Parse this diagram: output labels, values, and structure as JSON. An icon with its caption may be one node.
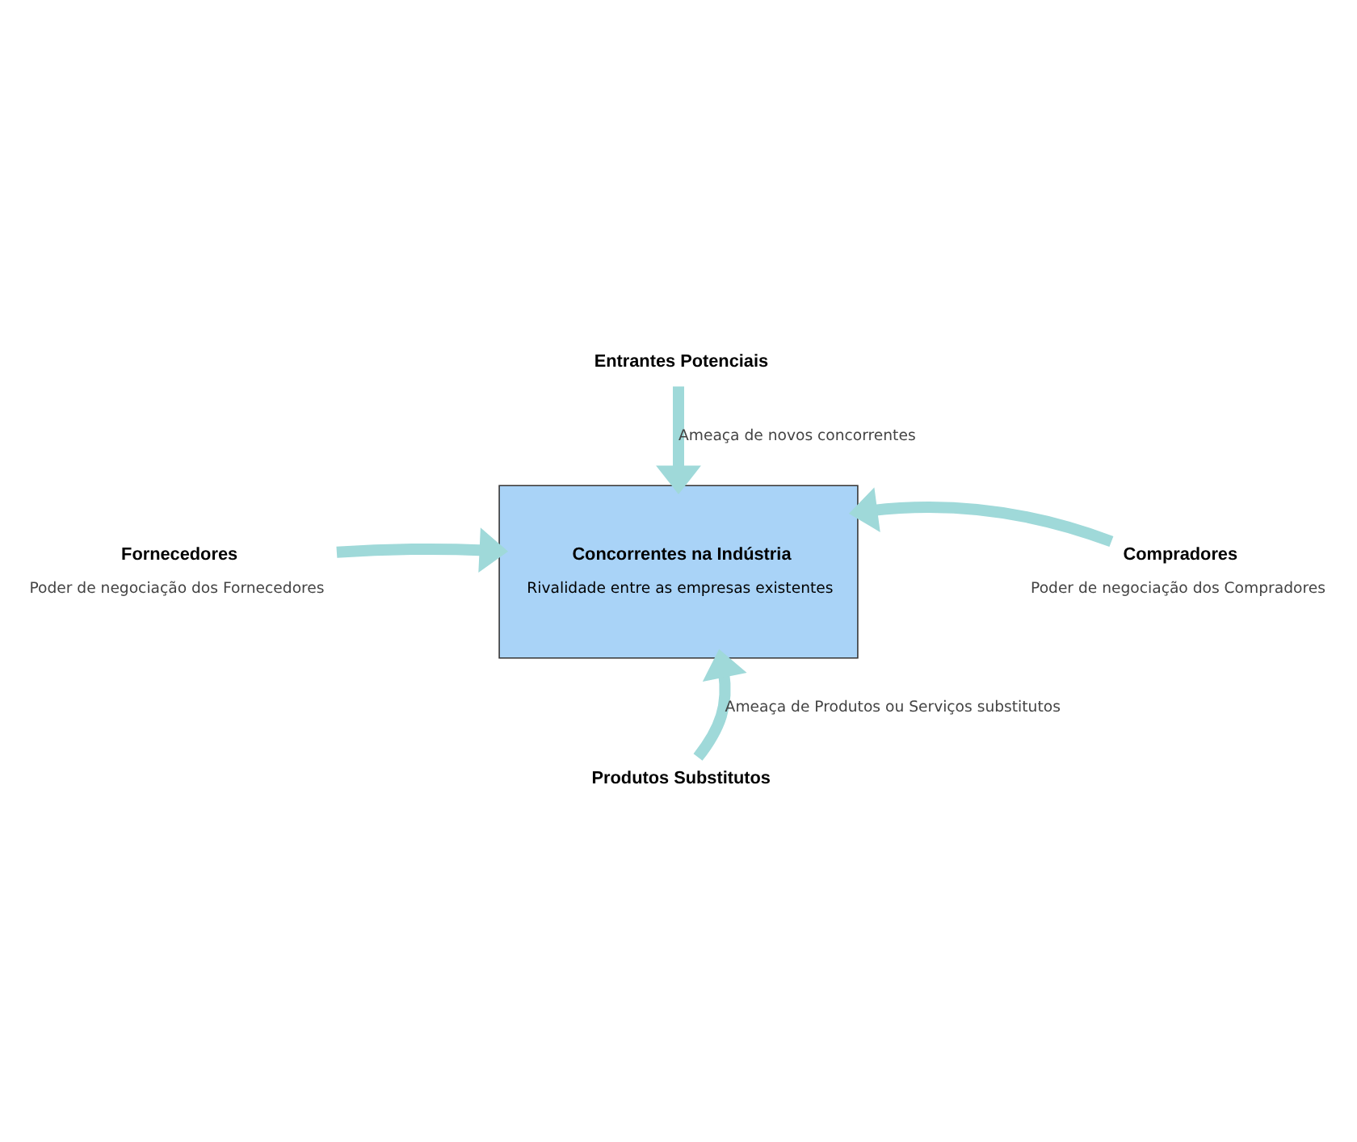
{
  "diagram": {
    "nodes": [
      {
        "text": [
          "Entrantes Potenciais"
        ]
      },
      {
        "text": [
          "Concorrentes na Indústria",
          "Rivalidade entre as empresas existentes"
        ]
      },
      {
        "text": [
          "Fornecedores"
        ],
        "beside": [
          "Poder de negociação dos Fornecedores"
        ]
      },
      {
        "text": [
          "Compradores"
        ],
        "beside": [
          "Poder de negociação dos Compradores"
        ]
      },
      {
        "text": [
          "Produtos Substitutos"
        ]
      }
    ],
    "edges": [
      {
        "from": 0,
        "to": 1,
        "arrow": "to",
        "label": "Ameaça de novos concorrentes"
      },
      {
        "from": 2,
        "to": 1,
        "arrow": "to"
      },
      {
        "from": 3,
        "to": 1,
        "arrow": "to"
      },
      {
        "from": 4,
        "to": 1,
        "arrow": "to",
        "label": "Ameaça de Produtos ou Serviços substitutos"
      }
    ]
  }
}
